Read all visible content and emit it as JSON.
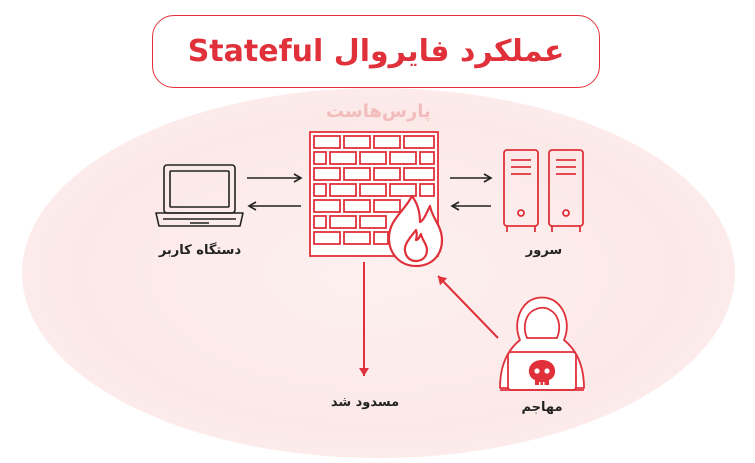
{
  "title": "عملکرد فایروال Stateful",
  "watermark": "پارس‌هاست",
  "labels": {
    "user_device": "دستگاه کاربر",
    "server": "سرور",
    "attacker": "مهاجم",
    "blocked": "مسدود شد"
  },
  "colors": {
    "accent": "#e0313b",
    "outline": "#222222"
  },
  "icons": [
    "laptop-icon",
    "firewall-icon",
    "fire-icon",
    "server-icon",
    "hacker-icon",
    "skull-icon"
  ]
}
